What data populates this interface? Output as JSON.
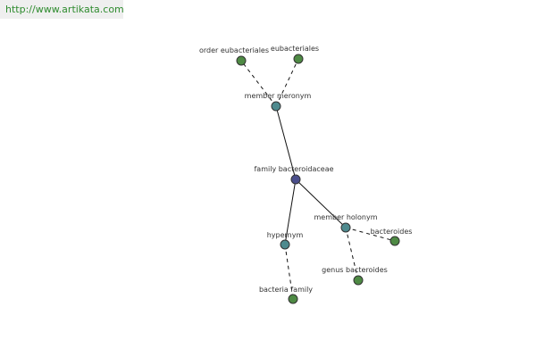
{
  "header": {
    "url": "http://www.artikata.com"
  },
  "graph": {
    "colors": {
      "center": "#4a4e8c",
      "relation": "#4e8a8e",
      "leaf": "#4e8a44"
    },
    "nodes": {
      "order_eubacteriales": {
        "label": "order eubacteriales",
        "kind": "leaf"
      },
      "eubacteriales": {
        "label": "eubacteriales",
        "kind": "leaf"
      },
      "member_meronym": {
        "label": "member meronym",
        "kind": "relation"
      },
      "family_bacteroidaceae": {
        "label": "family bacteroidaceae",
        "kind": "center"
      },
      "member_holonym": {
        "label": "member holonym",
        "kind": "relation"
      },
      "bacteroides": {
        "label": "bacteroides",
        "kind": "leaf"
      },
      "hypernym": {
        "label": "hypernym",
        "kind": "relation"
      },
      "genus_bacteroides": {
        "label": "genus bacteroides",
        "kind": "leaf"
      },
      "bacteria_family": {
        "label": "bacteria family",
        "kind": "leaf"
      }
    },
    "edges": [
      {
        "from": "member_meronym",
        "to": "order_eubacteriales",
        "style": "dashed"
      },
      {
        "from": "member_meronym",
        "to": "eubacteriales",
        "style": "dashed"
      },
      {
        "from": "family_bacteroidaceae",
        "to": "member_meronym",
        "style": "solid"
      },
      {
        "from": "family_bacteroidaceae",
        "to": "member_holonym",
        "style": "solid"
      },
      {
        "from": "family_bacteroidaceae",
        "to": "hypernym",
        "style": "solid"
      },
      {
        "from": "member_holonym",
        "to": "bacteroides",
        "style": "dashed"
      },
      {
        "from": "member_holonym",
        "to": "genus_bacteroides",
        "style": "dashed"
      },
      {
        "from": "hypernym",
        "to": "bacteria_family",
        "style": "dashed"
      }
    ]
  }
}
